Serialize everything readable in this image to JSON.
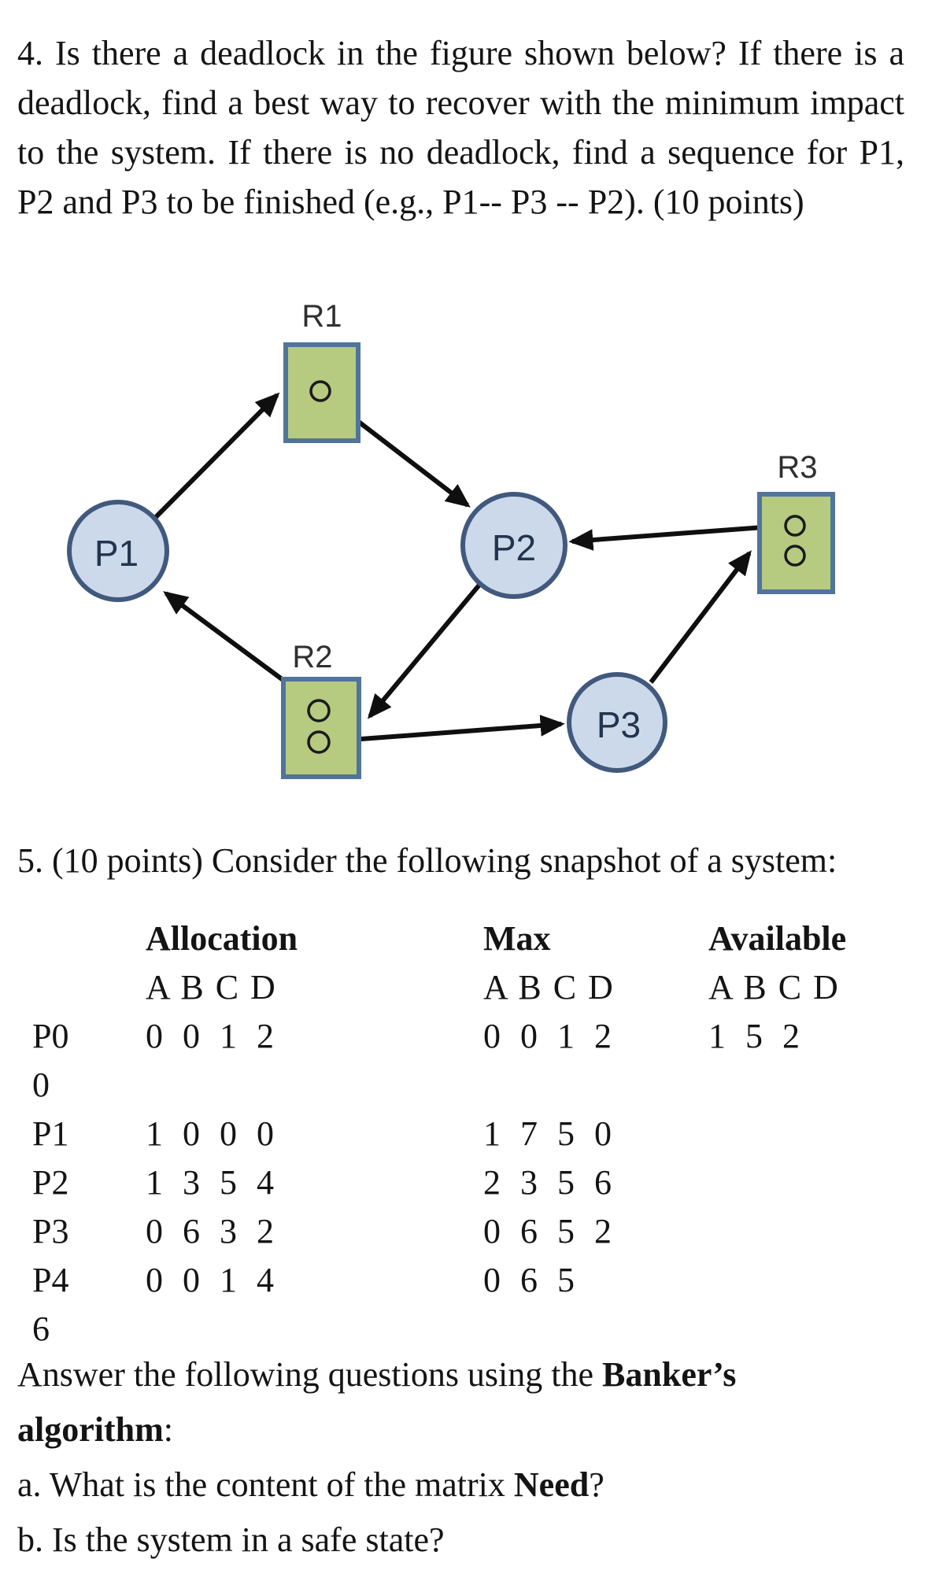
{
  "question4": {
    "text": "4. Is there a deadlock in the figure shown below? If there is a deadlock, find a best way to recover with the minimum impact to the system. If there is no deadlock, find a sequence for P1, P2 and P3 to be finished (e.g., P1-- P3 -- P2). (10 points)"
  },
  "figure": {
    "processes": [
      {
        "id": "P1"
      },
      {
        "id": "P2"
      },
      {
        "id": "P3"
      }
    ],
    "resources": [
      {
        "id": "R1",
        "instances": 1
      },
      {
        "id": "R2",
        "instances": 2
      },
      {
        "id": "R3",
        "instances": 2
      }
    ],
    "edges": [
      {
        "from": "P1",
        "to": "R1",
        "type": "request"
      },
      {
        "from": "R1",
        "to": "P2",
        "type": "assignment"
      },
      {
        "from": "R3",
        "to": "P2",
        "type": "assignment"
      },
      {
        "from": "P2",
        "to": "R2",
        "type": "request"
      },
      {
        "from": "R2",
        "to": "P1",
        "type": "assignment"
      },
      {
        "from": "R2",
        "to": "P3",
        "type": "assignment"
      },
      {
        "from": "P3",
        "to": "R3",
        "type": "request"
      }
    ],
    "colors": {
      "process_fill": "#ccd9ea",
      "process_border": "#41597d",
      "resource_fill": "#b6ca80",
      "resource_border": "#51749a",
      "arrow": "#0f0f0f"
    }
  },
  "question5": {
    "title": "5. (10 points) Consider the following snapshot of a system:"
  },
  "table": {
    "headers": [
      "Allocation",
      "Max",
      "Available"
    ],
    "col_header": "A B C D",
    "rows": [
      {
        "label": "P0",
        "allocation": "0 0 1 2",
        "max": "0 0 1 2",
        "available": "1 5 2"
      },
      {
        "label": "0",
        "allocation": "",
        "max": "",
        "available": ""
      },
      {
        "label": "P1",
        "allocation": "1 0 0 0",
        "max": "1 7 5 0",
        "available": ""
      },
      {
        "label": "P2",
        "allocation": "1 3 5 4",
        "max": "2 3 5 6",
        "available": ""
      },
      {
        "label": "P3",
        "allocation": "0 6 3 2",
        "max": "0 6 5 2",
        "available": ""
      },
      {
        "label": "P4",
        "allocation": "0 0 1 4",
        "max": "0 6 5",
        "available": ""
      },
      {
        "label": "6",
        "allocation": "",
        "max": "",
        "available": ""
      }
    ]
  },
  "questions_bottom": {
    "answer_prefix": "Answer the following questions using the ",
    "answer_bold": "Banker’s algorithm",
    "answer_suffix": ":",
    "qa_prefix": "a. What is the content of the matrix ",
    "qa_bold": "Need",
    "qa_suffix": "?",
    "qb": "b. Is the system in a safe state?"
  }
}
